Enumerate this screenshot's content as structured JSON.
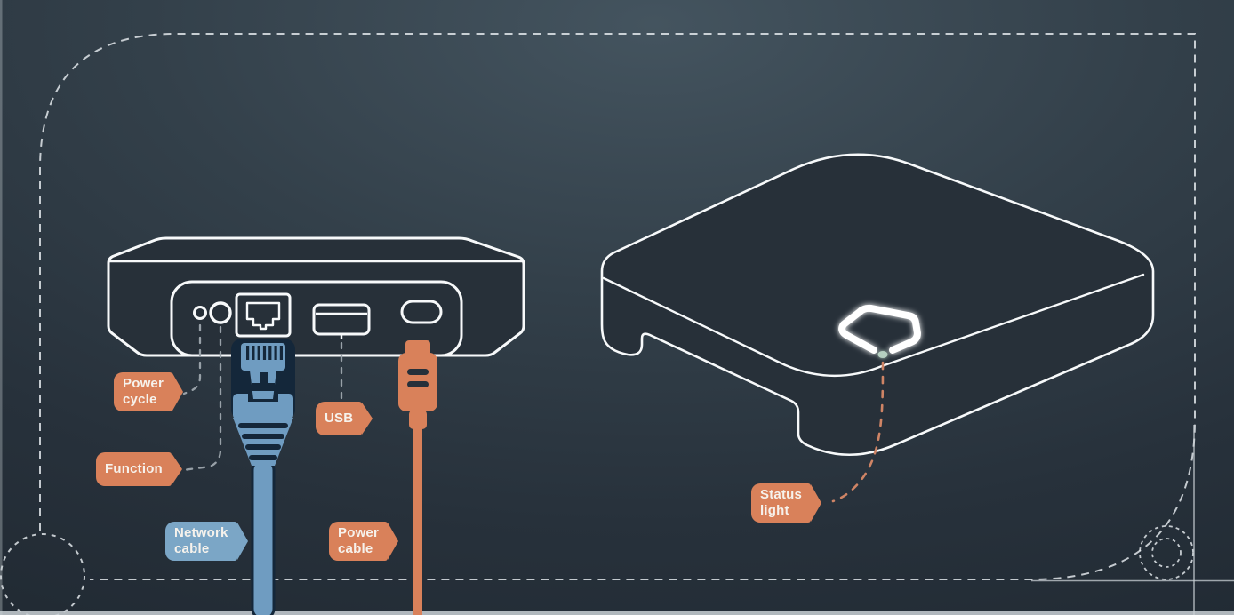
{
  "colors": {
    "orange": "#d9815a",
    "blue": "#7ba6c6",
    "cable_blue": "#6f9cc1",
    "cable_dark": "#14273a",
    "outline": "#f7f9fa",
    "device_fill": "#273039",
    "dash_gray": "#98a1a8",
    "dash_orange": "#cf8465",
    "frame": "#e8edf0",
    "status_dot": "#b5cfc0",
    "edge_strip": "#c9d0d5"
  },
  "labels": {
    "power_cycle": {
      "line1": "Power",
      "line2": "cycle"
    },
    "function": {
      "line1": "Function"
    },
    "usb": {
      "line1": "USB"
    },
    "network_cable": {
      "line1": "Network",
      "line2": "cable"
    },
    "power_cable": {
      "line1": "Power",
      "line2": "cable"
    },
    "status_light": {
      "line1": "Status",
      "line2": "light"
    }
  }
}
